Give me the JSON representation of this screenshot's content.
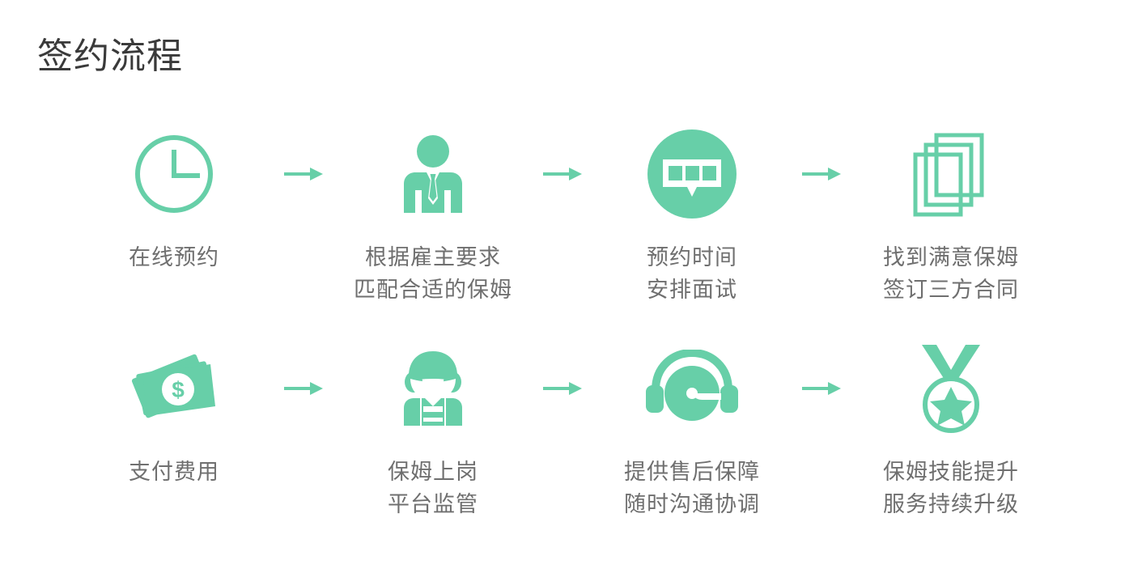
{
  "page": {
    "title": "签约流程",
    "background_color": "#ffffff",
    "accent_color": "#67cfa8",
    "title_color": "#3a3a3a",
    "label_color": "#6f6f6f"
  },
  "arrow": {
    "name": "arrow-right-icon",
    "glyph": "→",
    "color": "#67cfa8"
  },
  "rows": [
    {
      "steps": [
        {
          "icon": "clock-icon",
          "line1": "在线预约",
          "line2": ""
        },
        {
          "icon": "businessman-icon",
          "line1": "根据雇主要求",
          "line2": "匹配合适的保姆"
        },
        {
          "icon": "chat-bubble-icon",
          "line1": "预约时间",
          "line2": "安排面试"
        },
        {
          "icon": "stacked-documents-icon",
          "line1": "找到满意保姆",
          "line2": "签订三方合同"
        }
      ]
    },
    {
      "steps": [
        {
          "icon": "cash-money-icon",
          "line1": "支付费用",
          "line2": ""
        },
        {
          "icon": "nanny-icon",
          "line1": "保姆上岗",
          "line2": "平台监管"
        },
        {
          "icon": "headset-support-icon",
          "line1": "提供售后保障",
          "line2": "随时沟通协调"
        },
        {
          "icon": "medal-star-icon",
          "line1": "保姆技能提升",
          "line2": "服务持续升级"
        }
      ]
    }
  ]
}
